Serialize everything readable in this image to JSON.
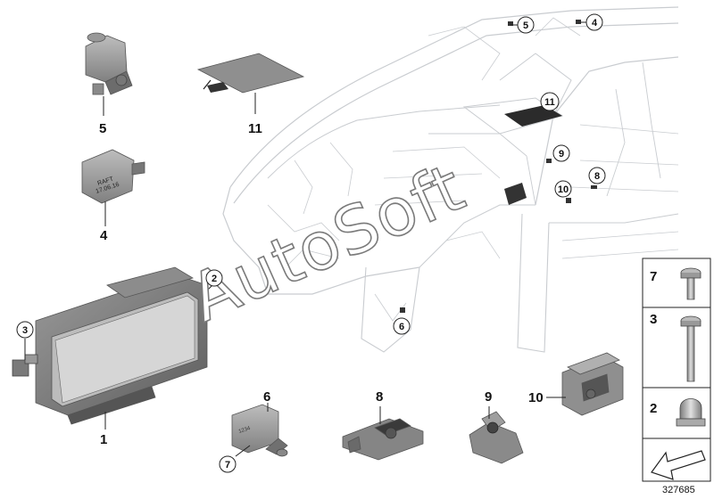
{
  "diagram": {
    "drawing_number": "327685",
    "watermark": "AutoSoft",
    "part_callouts": [
      "1",
      "2",
      "3",
      "4",
      "5",
      "6",
      "7",
      "8",
      "9",
      "10",
      "11"
    ],
    "circled_callouts": {
      "five": "5",
      "four": "4",
      "eleven": "11",
      "nine": "9",
      "eight": "8",
      "ten": "10",
      "six": "6",
      "two": "2",
      "three": "3",
      "seven": "7"
    },
    "legend": {
      "item_7": "7",
      "item_3": "3",
      "item_2": "2"
    },
    "part_label_text": "RAFT\n17.06.16"
  }
}
